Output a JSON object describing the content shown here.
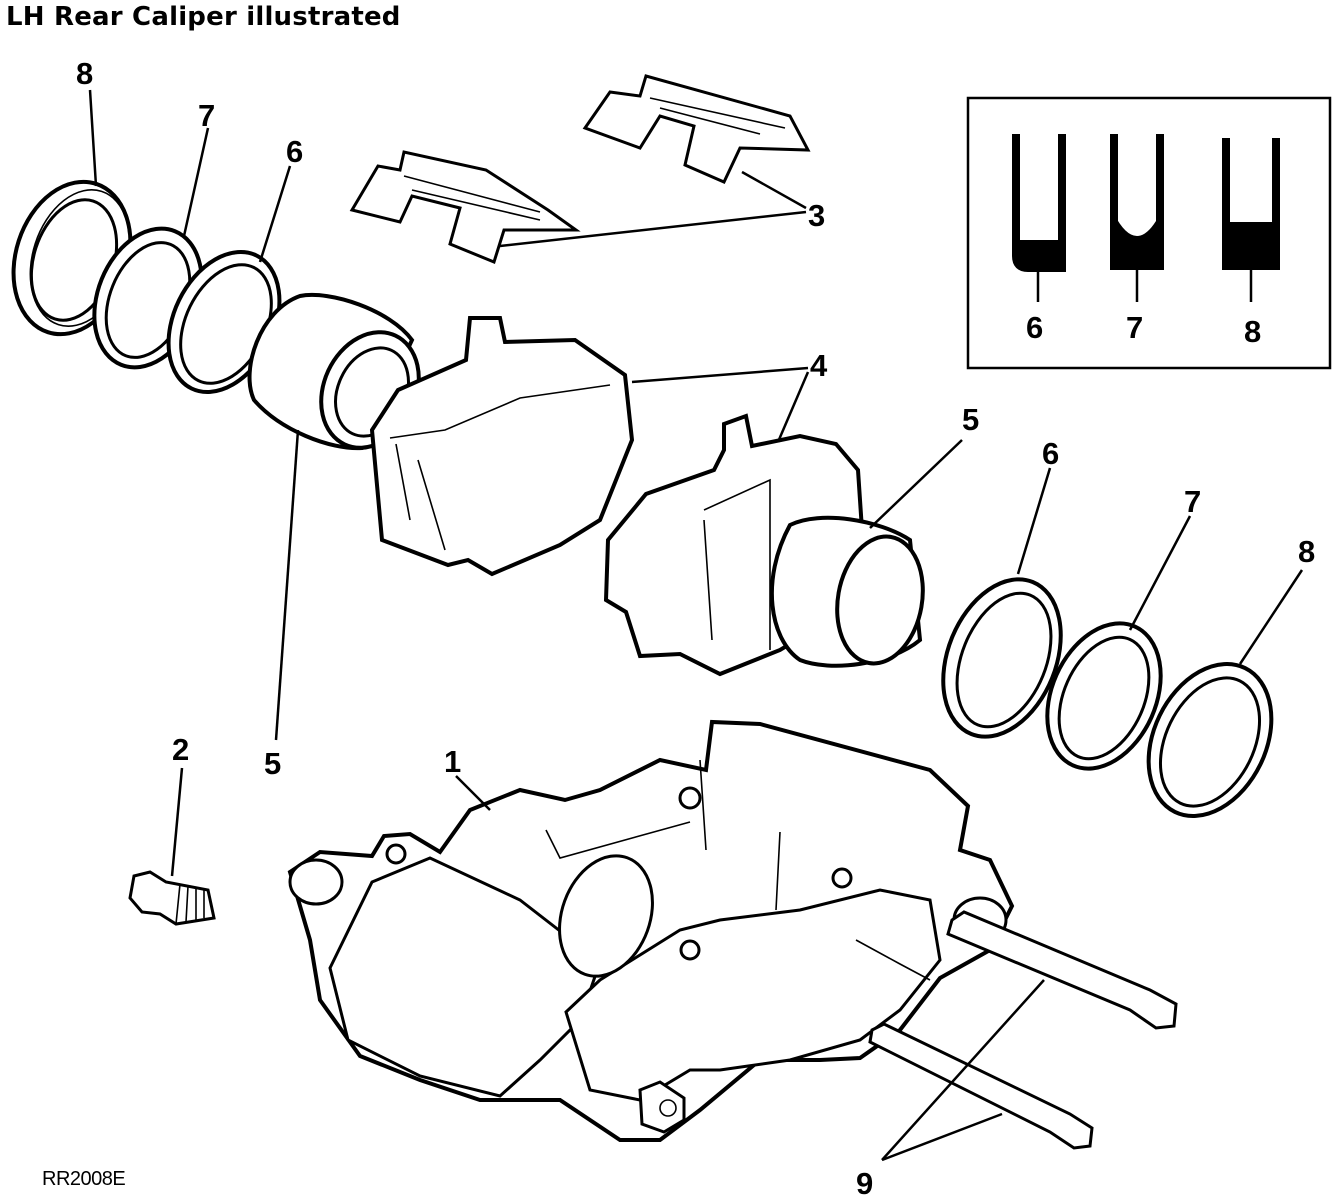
{
  "title": "LH Rear Caliper illustrated",
  "reference_code": "RR2008E",
  "callouts": [
    "8",
    "7",
    "6",
    "3",
    "4",
    "5",
    "5",
    "6",
    "7",
    "8",
    "2",
    "1",
    "9"
  ],
  "inset_labels": [
    "6",
    "7",
    "8"
  ]
}
